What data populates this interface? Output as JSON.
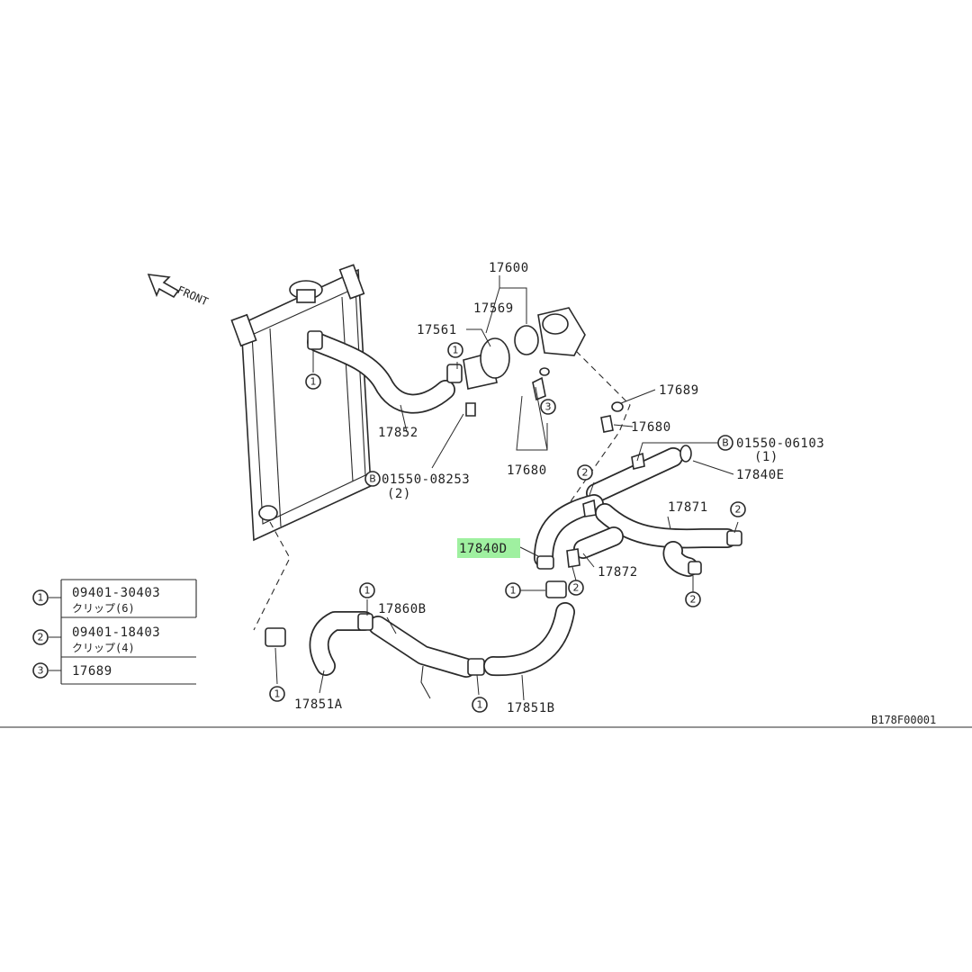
{
  "direction_label": "FRONT",
  "figure_code": "B178F00001",
  "parts": {
    "p17600": "17600",
    "p17569": "17569",
    "p17561": "17561",
    "p17689": "17689",
    "p17680a": "17680",
    "p17680b": "17680",
    "p17852": "17852",
    "bolt_a": "01550-08253",
    "bolt_a_qty": "(2)",
    "bolt_b": "01550-06103",
    "bolt_b_qty": "(1)",
    "p17840e": "17840E",
    "p17871": "17871",
    "p17840d": "17840D",
    "p17872": "17872",
    "p17860b": "17860B",
    "p17851a": "17851A",
    "p17851b": "17851B"
  },
  "callouts": {
    "one": "1",
    "two": "2",
    "three": "3",
    "b": "B"
  },
  "legend": [
    {
      "ref": "1",
      "part": "09401-30403",
      "desc": "クリップ(6)"
    },
    {
      "ref": "2",
      "part": "09401-18403",
      "desc": "クリップ(4)"
    },
    {
      "ref": "3",
      "part": "17689",
      "desc": ""
    }
  ],
  "highlight_color": "#9ff0a0"
}
